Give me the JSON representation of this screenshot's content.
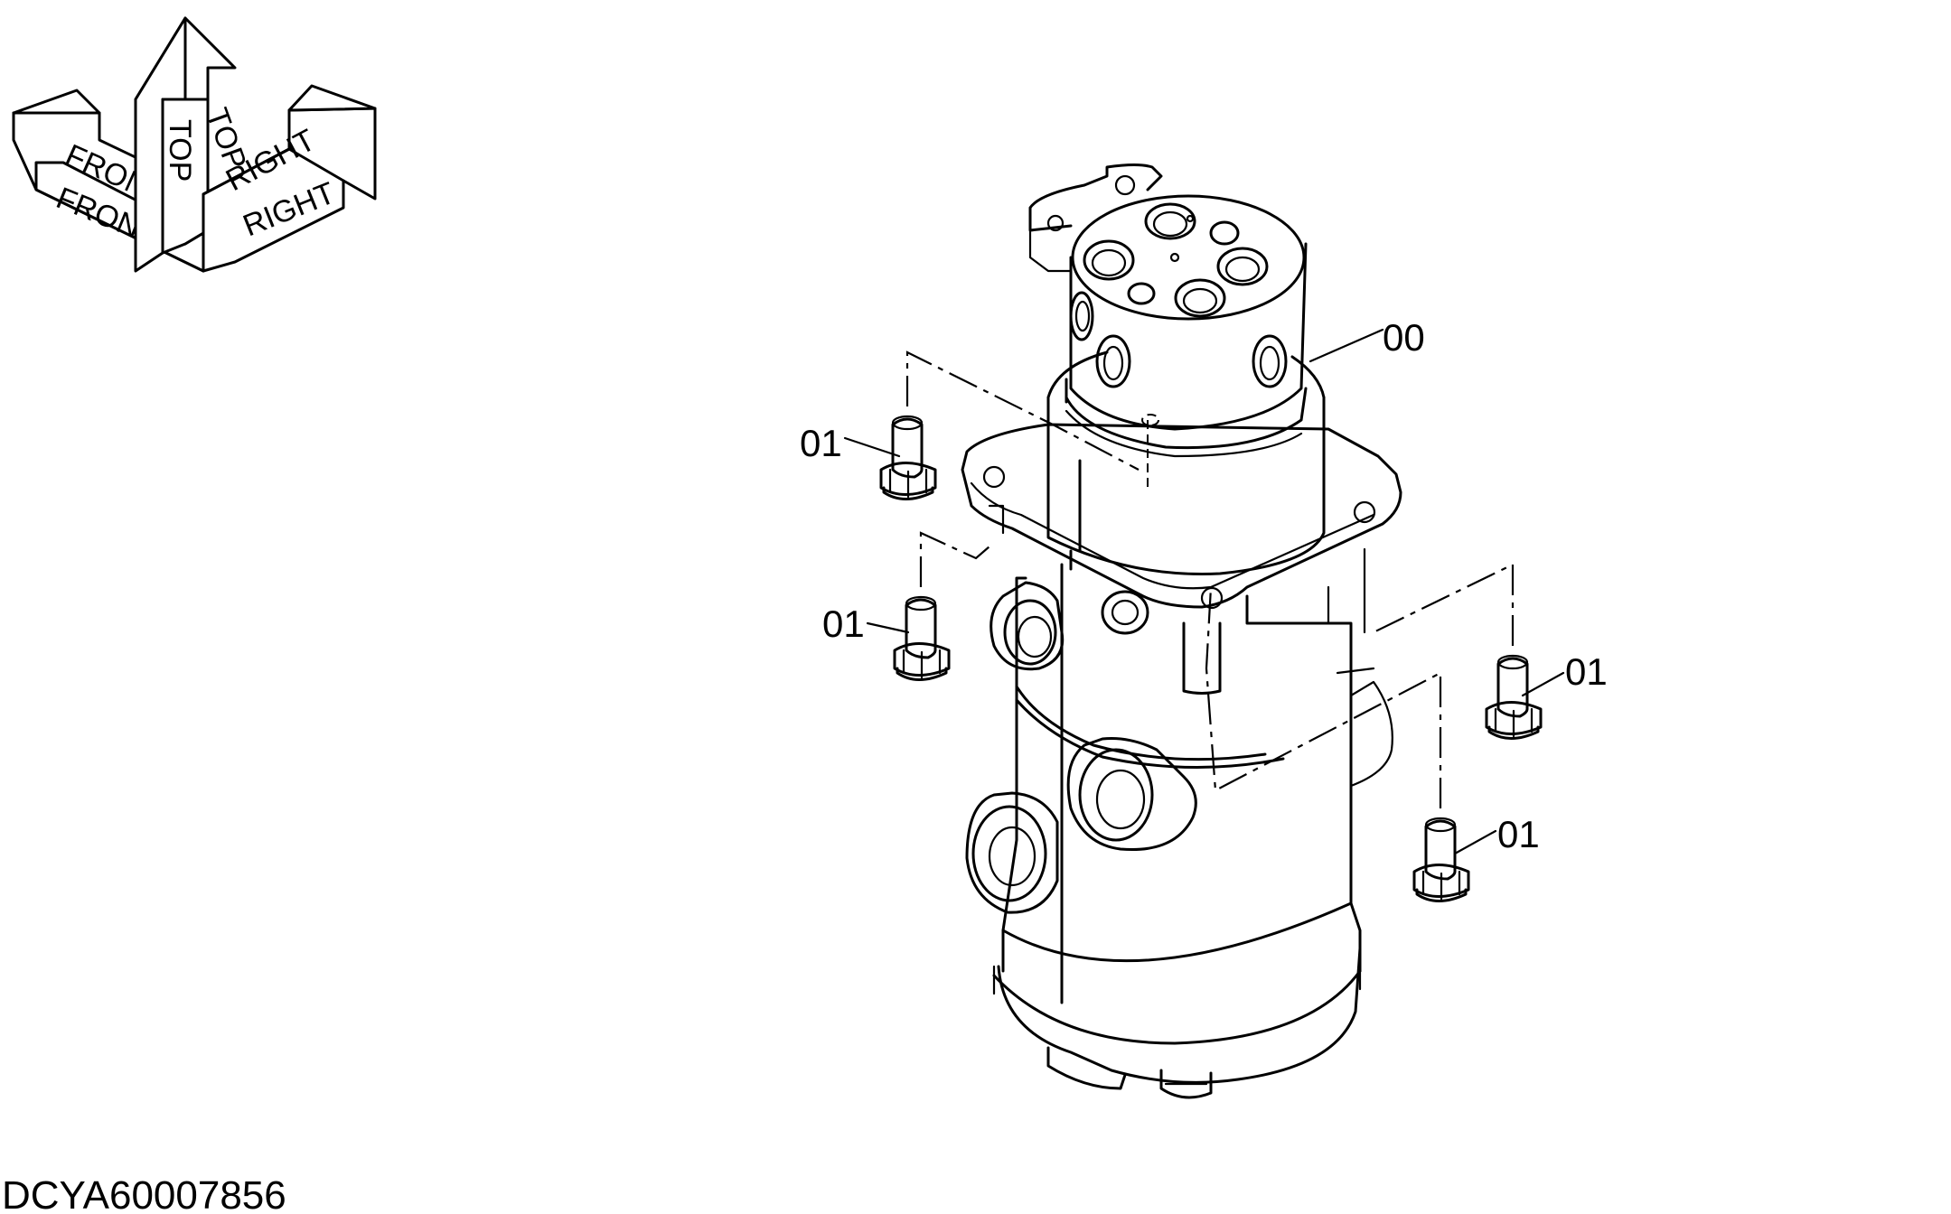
{
  "orientation": {
    "front_label": "FRONT",
    "top_label": "TOP",
    "right_label": "RIGHT"
  },
  "callouts": {
    "assembly": "00",
    "bolt_upper_left": "01",
    "bolt_lower_left": "01",
    "bolt_upper_right": "01",
    "bolt_lower_right": "01"
  },
  "drawing_code": "DCYA60007856"
}
